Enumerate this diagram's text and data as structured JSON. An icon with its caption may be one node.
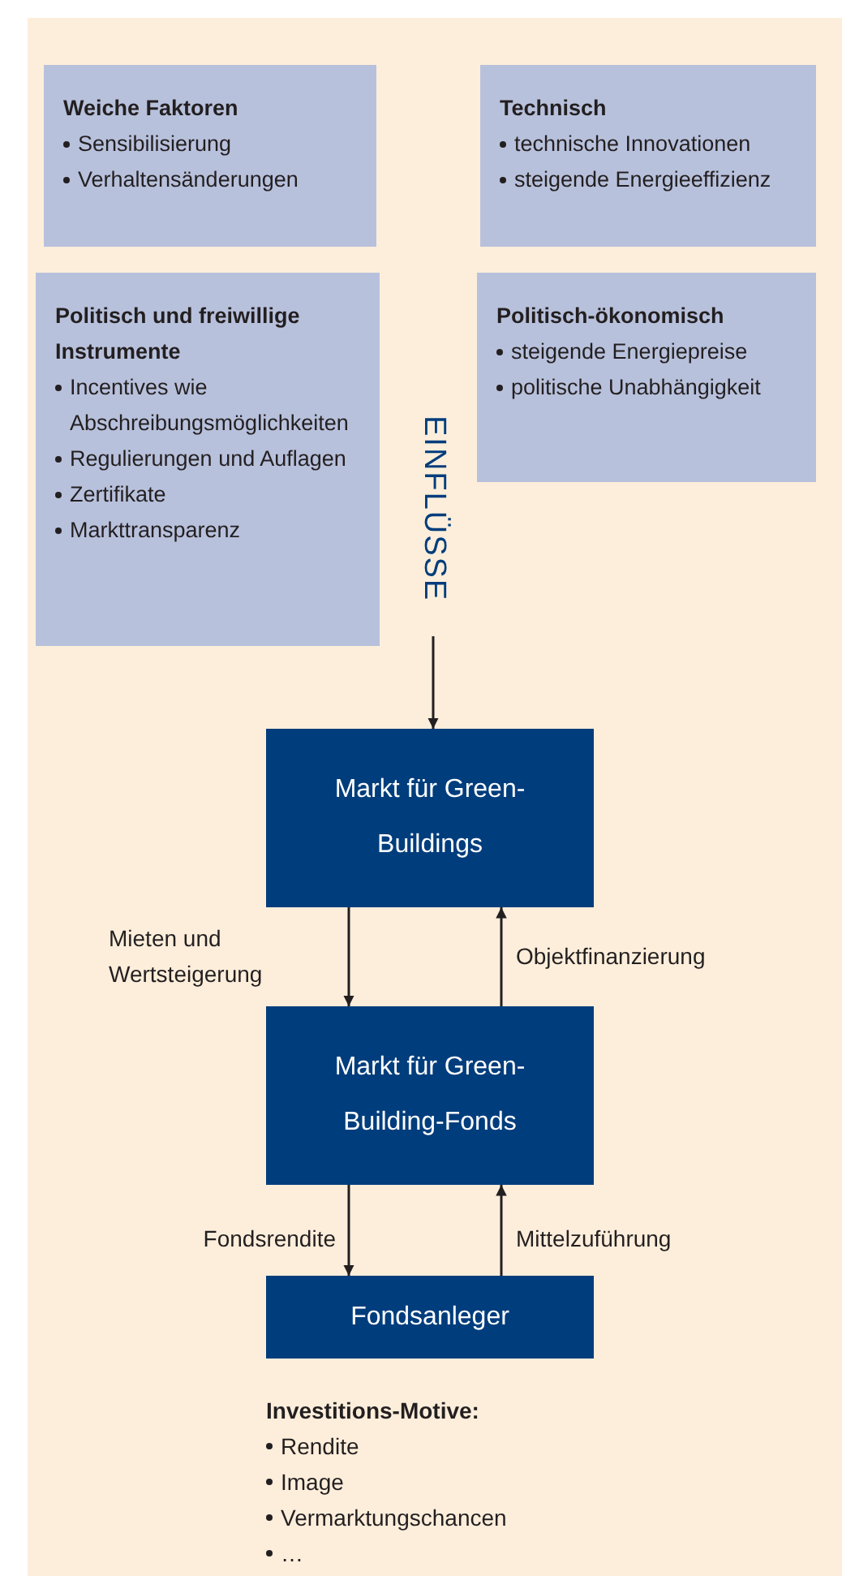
{
  "diagram": {
    "nodes": [
      {
        "text": [
          "Weiche Faktoren",
          "Sensibilisierung",
          "Verhaltensänderungen"
        ]
      },
      {
        "text": [
          "Technisch",
          "technische Innovationen",
          "steigende Energieeffizienz"
        ]
      },
      {
        "text": [
          "Politisch und freiwillige Instrumente",
          "Incentives wie Abschreibungsmöglichkeiten",
          "Regulierungen und Auflagen",
          "Zertifikate",
          "Markttransparenz"
        ]
      },
      {
        "text": [
          "Politisch-ökonomisch",
          "steigende Energiepreise",
          "politische Unabhängigkeit"
        ]
      },
      {
        "text": [
          "EINFLÜSSE"
        ]
      },
      {
        "text": [
          "Markt für Green-Buildings"
        ]
      },
      {
        "text": [
          "Markt für Green-Building-Fonds"
        ]
      },
      {
        "text": [
          "Fondsanleger"
        ]
      }
    ],
    "edges": [
      {
        "from": 4,
        "to": 5,
        "arrow": "to"
      },
      {
        "from": 5,
        "to": 6,
        "arrow": "to",
        "label": "Mieten und Wertsteigerung"
      },
      {
        "from": 6,
        "to": 5,
        "arrow": "to",
        "label": "Objektfinanzierung"
      },
      {
        "from": 6,
        "to": 7,
        "arrow": "to",
        "label": "Fondsrendite"
      },
      {
        "from": 7,
        "to": 6,
        "arrow": "to",
        "label": "Mittelzuführung"
      }
    ],
    "labels": [
      "Investitions-Motive:",
      "Rendite",
      "Image",
      "Vermarktungschancen",
      "…"
    ]
  }
}
